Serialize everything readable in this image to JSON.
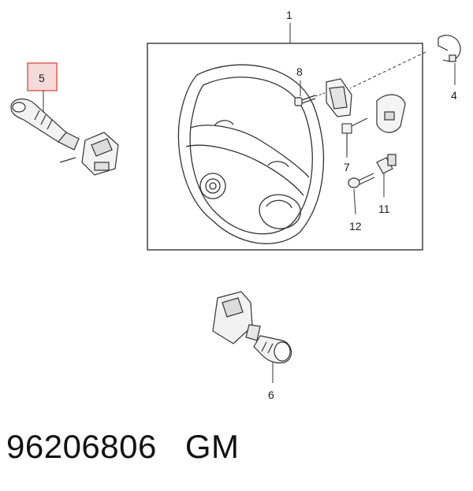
{
  "diagram": {
    "callouts": {
      "c1": "1",
      "c4": "4",
      "c5": "5",
      "c6": "6",
      "c7": "7",
      "c8": "8",
      "c11": "11",
      "c12": "12"
    },
    "highlighted_callout": "5",
    "highlight_color": "#d9534f",
    "highlight_fill": "#f6dada"
  },
  "footer": {
    "part_number": "96206806",
    "brand": "GM"
  }
}
